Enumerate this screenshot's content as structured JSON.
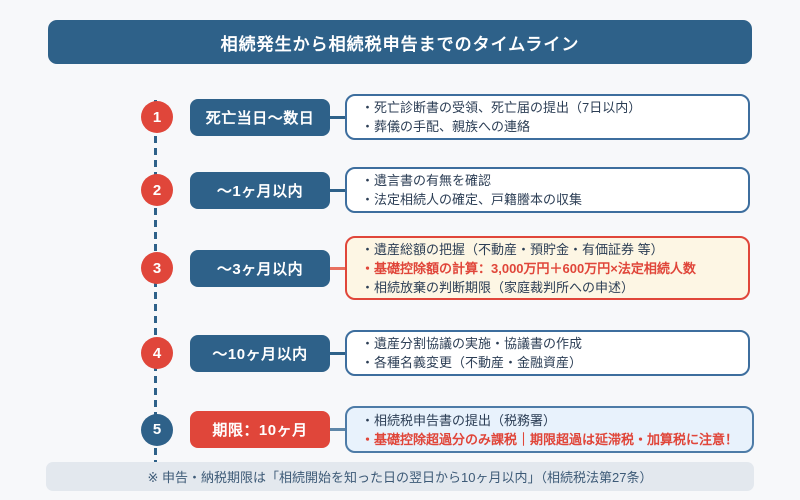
{
  "header": {
    "title": "相続発生から相続税申告までのタイムライン"
  },
  "timeline": {
    "items": [
      {
        "step": "1",
        "period": "死亡当日〜数日",
        "bullets": [
          "・死亡診断書の受領、死亡届の提出（7日以内）",
          "・葬儀の手配、親族への連絡"
        ]
      },
      {
        "step": "2",
        "period": "〜1ヶ月以内",
        "bullets": [
          "・遺言書の有無を確認",
          "・法定相続人の確定、戸籍謄本の収集"
        ]
      },
      {
        "step": "3",
        "period": "〜3ヶ月以内",
        "bullets": [
          "・遺産総額の把握（不動産・預貯金・有価証券 等）",
          "・基礎控除額の計算：3,000万円＋600万円×法定相続人数",
          "・相続放棄の判断期限（家庭裁判所への申述）"
        ]
      },
      {
        "step": "4",
        "period": "〜10ヶ月以内",
        "bullets": [
          "・遺産分割協議の実施・協議書の作成",
          "・各種名義変更（不動産・金融資産）"
        ]
      },
      {
        "step": "5",
        "period": "期限：10ヶ月",
        "bullets": [
          "・相続税申告書の提出（税務署）",
          "・基礎控除超過分のみ課税｜期限超過は延滞税・加算税に注意！"
        ]
      }
    ]
  },
  "footer": {
    "note": "※ 申告・納税期限は「相続開始を知った日の翌日から10ヶ月以内」（相続税法第27条）"
  },
  "colors": {
    "primary_blue": "#2E6189",
    "accent_red": "#E0463A",
    "card_border_blue": "#3D6E9E",
    "warning_card_bg": "#FDF6E4",
    "final_card_bg": "#E8F2FC",
    "footer_bg": "#E3E8EE",
    "page_bg": "#F7F8FA"
  }
}
